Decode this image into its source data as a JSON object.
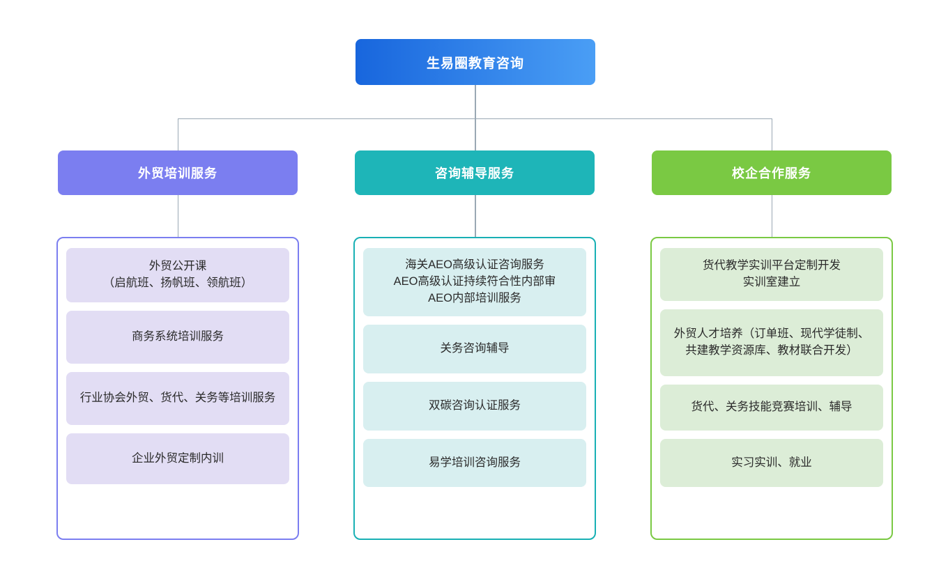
{
  "chart_data": {
    "type": "diagram",
    "diagram_kind": "organizational-tree",
    "title": "生易圈教育咨询",
    "levels": 3,
    "root": {
      "label": "生易圈教育咨询"
    },
    "branches": [
      {
        "label": "外贸培训服务",
        "items": [
          "外贸公开课\n（启航班、扬帆班、领航班）",
          "商务系统培训服务",
          "行业协会外贸、货代、关务等培训服务",
          "企业外贸定制内训"
        ]
      },
      {
        "label": "咨询辅导服务",
        "items": [
          "海关AEO高级认证咨询服务\nAEO高级认证持续符合性内部审\nAEO内部培训服务",
          "关务咨询辅导",
          "双碳咨询认证服务",
          "易学培训咨询服务"
        ]
      },
      {
        "label": "校企合作服务",
        "items": [
          "货代教学实训平台定制开发\n实训室建立",
          "外贸人才培养（订单班、现代学徒制、共建教学资源库、教材联合开发）",
          "货代、关务技能竞赛培训、辅导",
          "实习实训、就业"
        ]
      }
    ]
  },
  "root": {
    "label": "生易圈教育咨询",
    "gradient_from": "#1866dd",
    "gradient_to": "#4a9ef5"
  },
  "connector": {
    "color": "#9aa8b4"
  },
  "branches": [
    {
      "id": "training",
      "label": "外贸培训服务",
      "header_color": "#7b7ef0",
      "border_color": "#7b7ef0",
      "item_bg": "#e2ddf4",
      "items": [
        {
          "text": "外贸公开课\n（启航班、扬帆班、领航班）"
        },
        {
          "text": "商务系统培训服务"
        },
        {
          "text": "行业协会外贸、货代、关务等培训服务"
        },
        {
          "text": "企业外贸定制内训"
        }
      ]
    },
    {
      "id": "consulting",
      "label": "咨询辅导服务",
      "header_color": "#1eb5b8",
      "border_color": "#18b0b4",
      "item_bg": "#d8eff0",
      "items": [
        {
          "text": "海关AEO高级认证咨询服务\nAEO高级认证持续符合性内部审\nAEO内部培训服务"
        },
        {
          "text": "关务咨询辅导"
        },
        {
          "text": "双碳咨询认证服务"
        },
        {
          "text": "易学培训咨询服务"
        }
      ]
    },
    {
      "id": "school-enterprise",
      "label": "校企合作服务",
      "header_color": "#7ac943",
      "border_color": "#7ac943",
      "item_bg": "#dcedd7",
      "items": [
        {
          "text": "货代教学实训平台定制开发\n实训室建立"
        },
        {
          "text": "外贸人才培养（订单班、现代学徒制、共建教学资源库、教材联合开发）"
        },
        {
          "text": "货代、关务技能竞赛培训、辅导"
        },
        {
          "text": "实习实训、就业"
        }
      ]
    }
  ]
}
